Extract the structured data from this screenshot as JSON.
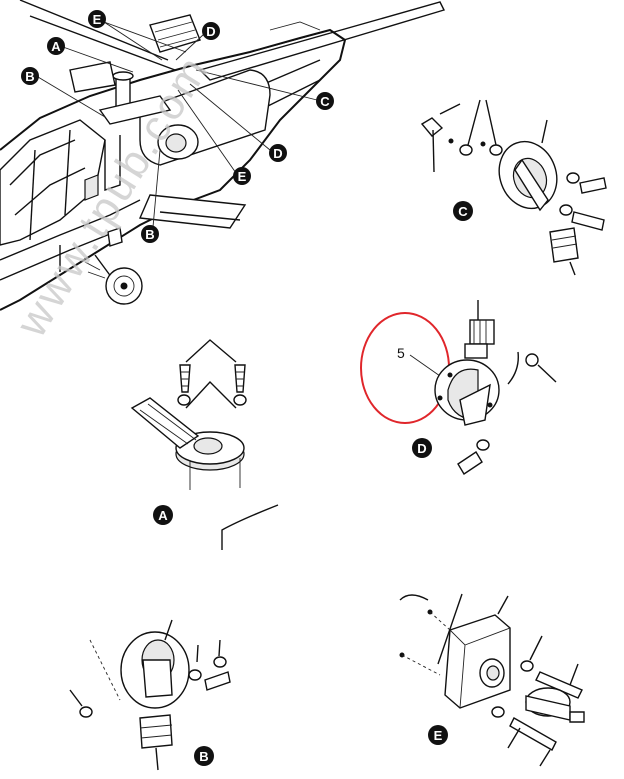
{
  "callouts": {
    "A": "A",
    "B": "B",
    "C": "C",
    "D": "D",
    "E": "E"
  },
  "view_labels": {
    "a": "A",
    "b": "B",
    "c": "C",
    "d": "D",
    "e": "E"
  },
  "item_number": "5",
  "watermark": "www.tpub.com",
  "highlight_color": "#e0262b"
}
